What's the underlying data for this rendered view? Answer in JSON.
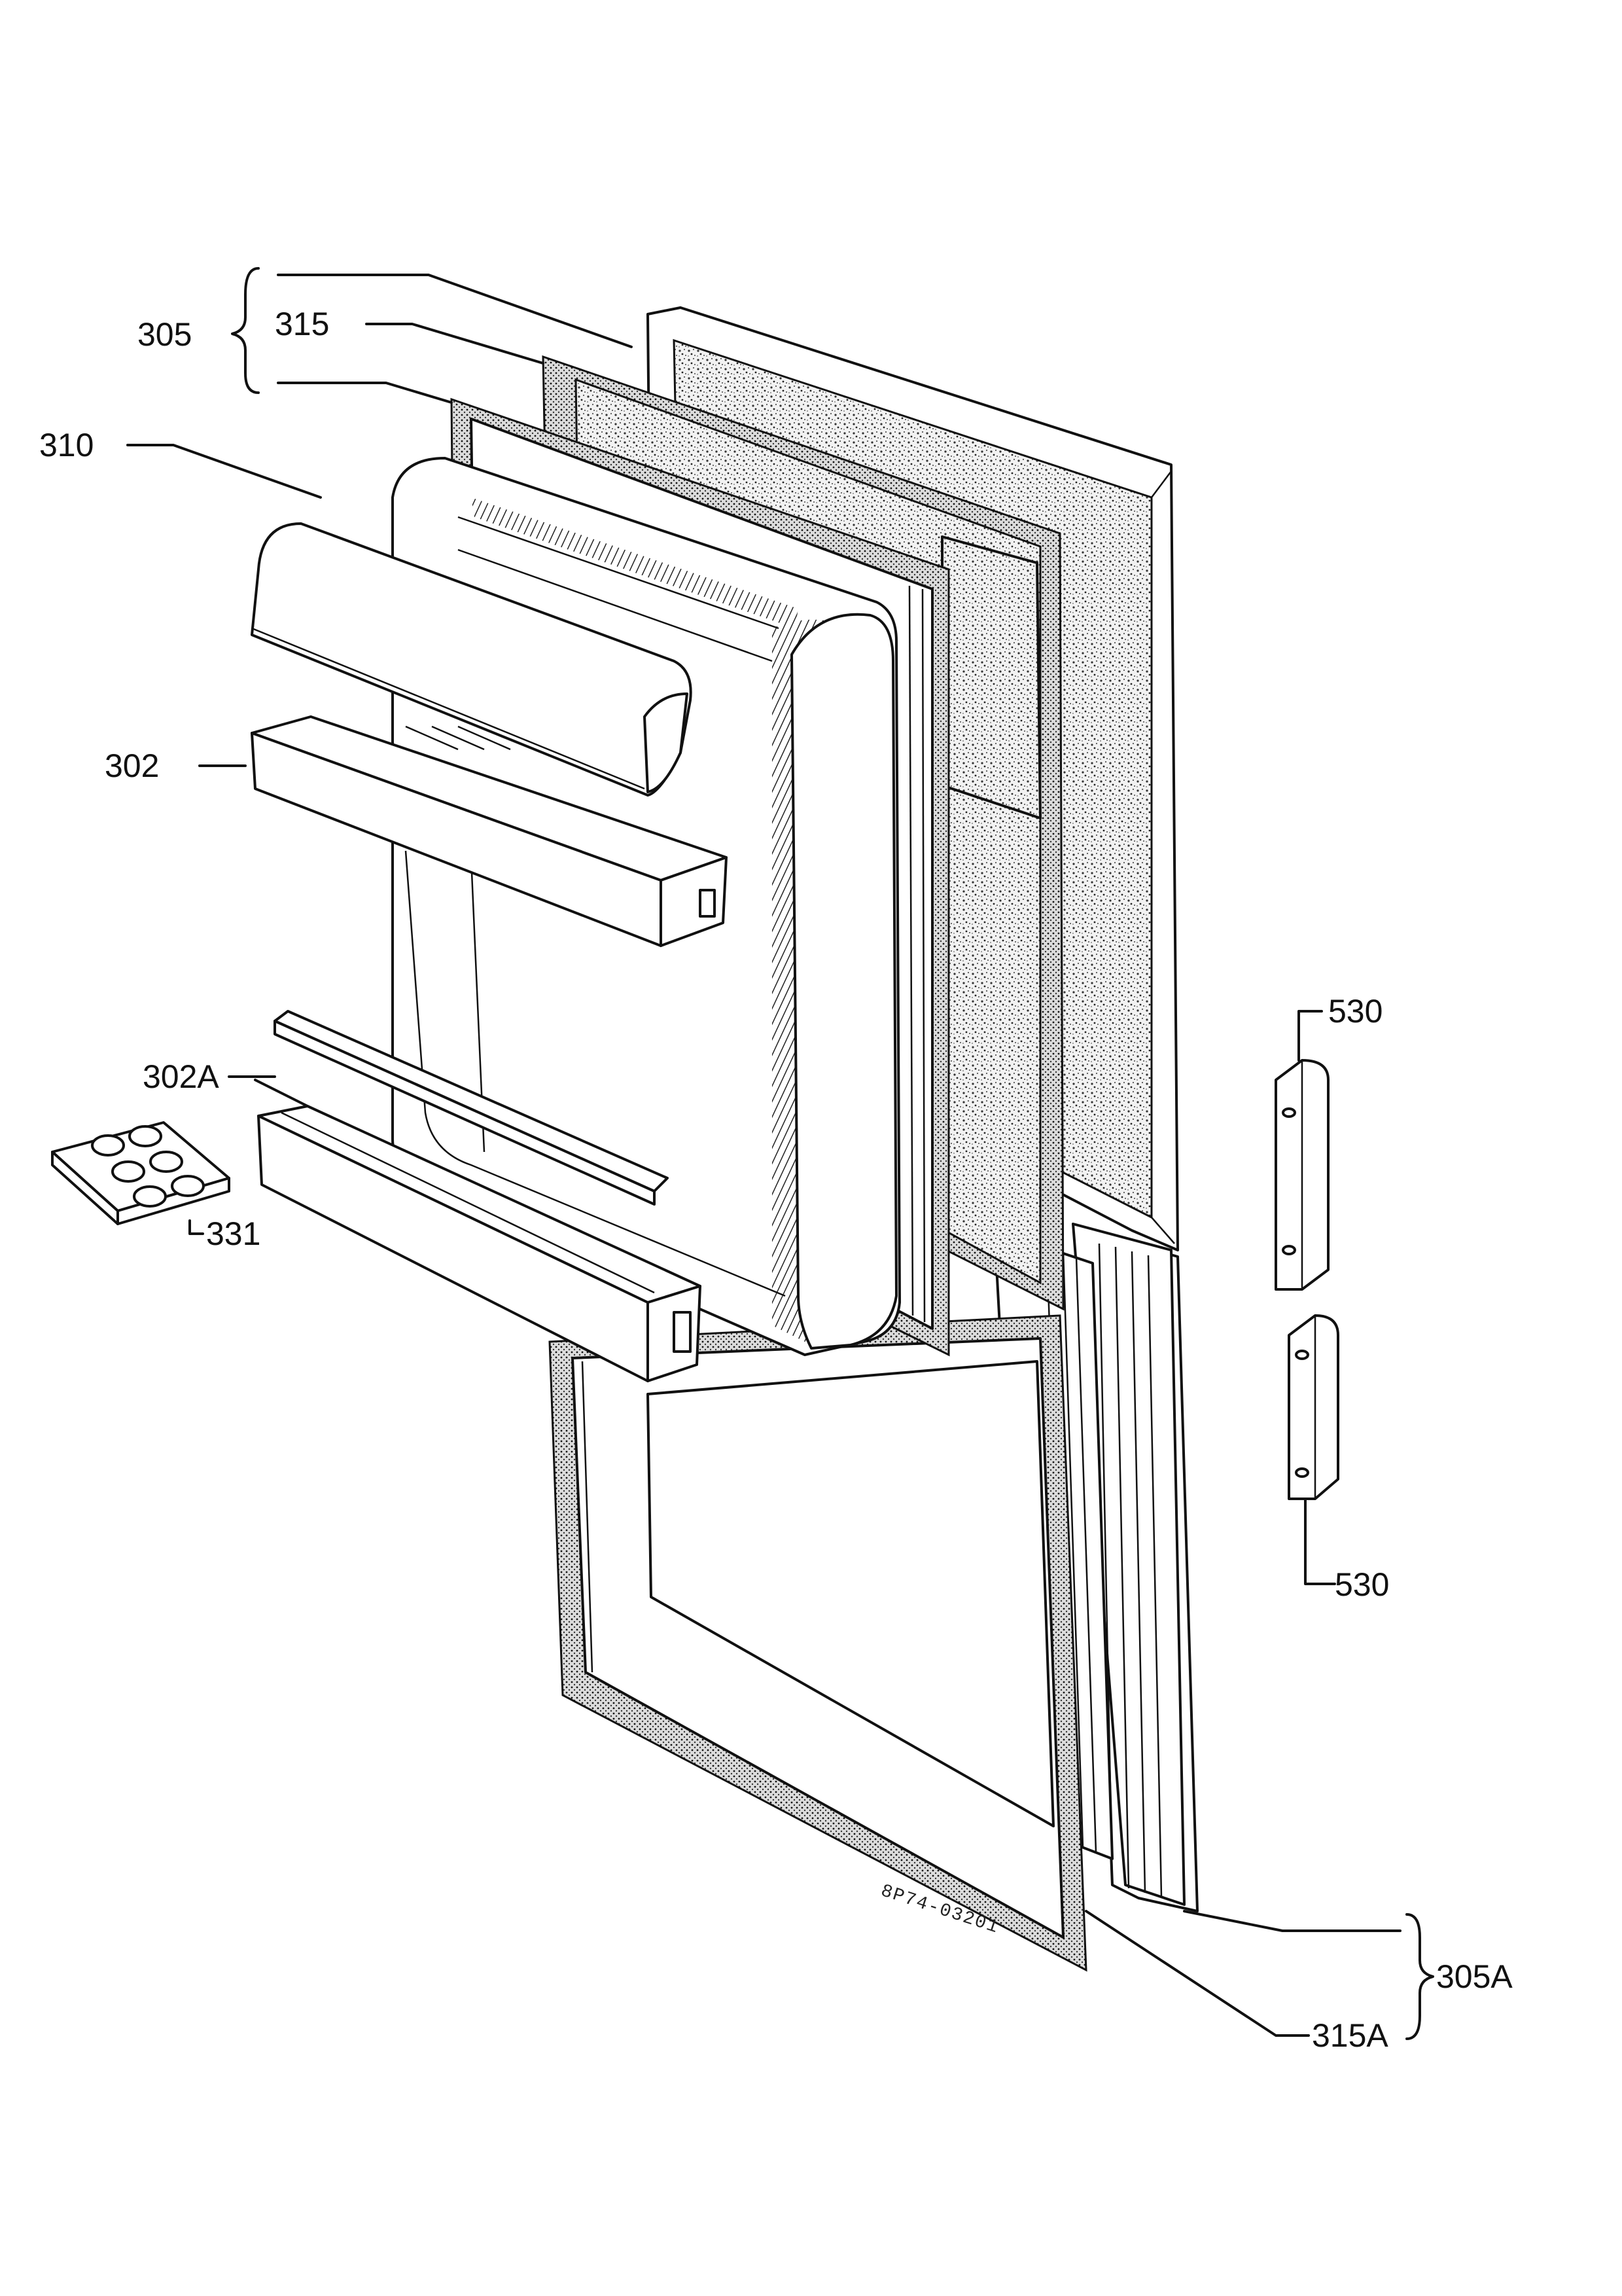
{
  "labels": {
    "p305": "305",
    "p315": "315",
    "p310": "310",
    "p302": "302",
    "p302a": "302A",
    "p331": "331",
    "p530_top": "530",
    "p530_bottom": "530",
    "p305a": "305A",
    "p315a": "315A"
  },
  "drawing_code": "8P74-03201"
}
